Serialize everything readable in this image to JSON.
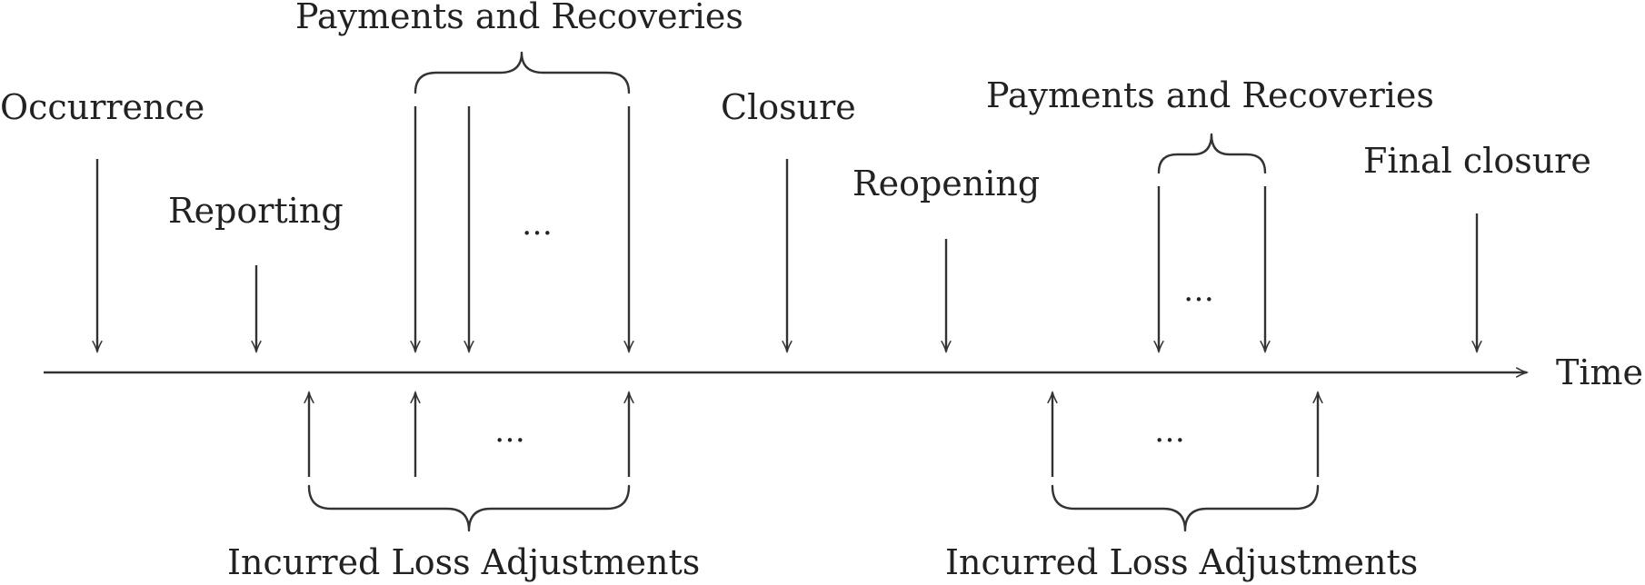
{
  "axis": {
    "label": "Time"
  },
  "events": {
    "occurrence": "Occurrence",
    "reporting": "Reporting",
    "closure": "Closure",
    "reopening": "Reopening",
    "final_closure": "Final closure"
  },
  "groups": {
    "payments_1": "Payments and Recoveries",
    "payments_2": "Payments and Recoveries",
    "adjustments_1": "Incurred Loss Adjustments",
    "adjustments_2": "Incurred Loss Adjustments"
  },
  "ellipsis": "…",
  "colors": {
    "ink": "#333333",
    "background": "#ffffff"
  }
}
